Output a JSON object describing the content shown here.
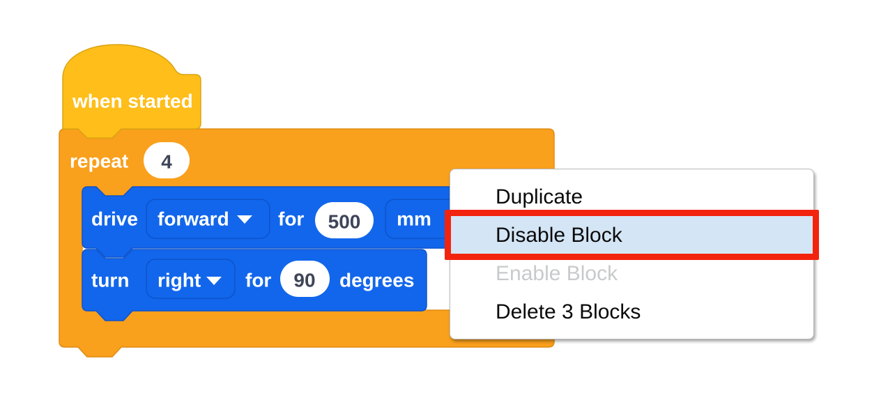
{
  "workspace": {
    "blocks": {
      "hat": {
        "label": "when started"
      },
      "repeat": {
        "label": "repeat",
        "count": "4"
      },
      "drive": {
        "label": "drive",
        "direction": "forward",
        "for_label": "for",
        "distance": "500",
        "unit": "mm"
      },
      "turn": {
        "label": "turn",
        "direction": "right",
        "for_label": "for",
        "angle": "90",
        "unit_label": "degrees"
      }
    }
  },
  "context_menu": {
    "items": [
      {
        "label": "Duplicate",
        "state": "normal"
      },
      {
        "label": "Disable Block",
        "state": "highlighted"
      },
      {
        "label": "Enable Block",
        "state": "disabled"
      },
      {
        "label": "Delete 3 Blocks",
        "state": "normal"
      }
    ]
  },
  "colors": {
    "hat_fill": "#FFBE19",
    "repeat_fill": "#F9A01C",
    "block_blue_fill": "#1266EB",
    "menu_highlight_bg": "#D4E5F5",
    "annotation_red": "#F2240E",
    "menu_disabled_text": "#C8CACC"
  }
}
